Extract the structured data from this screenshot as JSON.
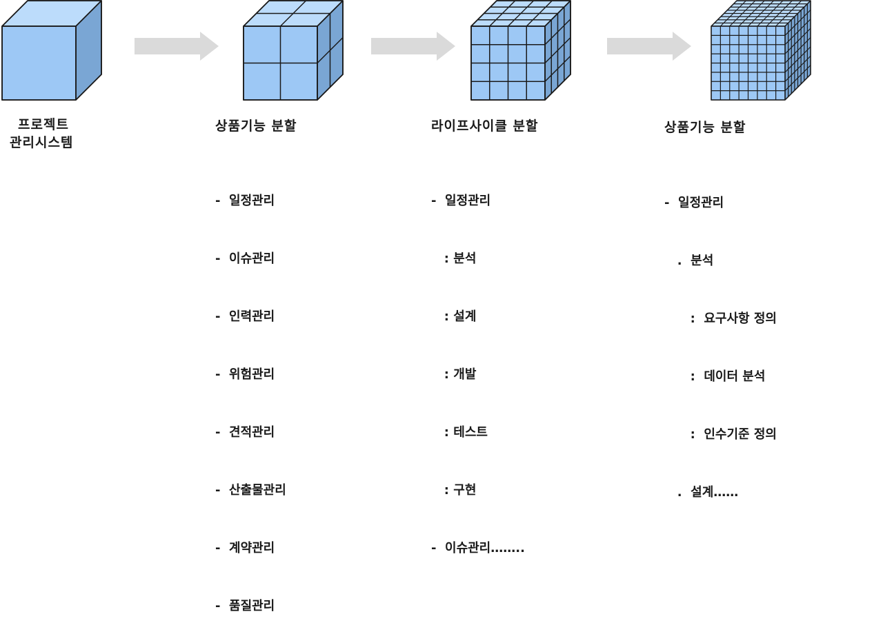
{
  "stages": [
    {
      "title_lines": [
        "프로젝트",
        "관리시스템"
      ],
      "grid": 1,
      "items": []
    },
    {
      "title_lines": [
        "상품기능 분할"
      ],
      "grid": 2,
      "items": [
        "-  일정관리",
        "-  이슈관리",
        "-  인력관리",
        "-  위험관리",
        "-  견적관리",
        "-  산출물관리",
        "-  계약관리",
        "-  품질관리"
      ]
    },
    {
      "title_lines": [
        "라이프사이클 분할"
      ],
      "grid": 4,
      "items": [
        "-  일정관리",
        "   : 분석",
        "   : 설계",
        "   : 개발",
        "   : 테스트",
        "   : 구현",
        "-  이슈관리…….."
      ]
    },
    {
      "title_lines": [
        "상품기능 분할"
      ],
      "grid": 8,
      "items": [
        "-  일정관리",
        "   .  분석",
        "      :  요구사항 정의",
        "      :  데이터 분석",
        "      :  인수기준 정의",
        "   .  설계……"
      ]
    }
  ],
  "colors": {
    "front": "#9dc8f5",
    "top": "#bcdcfb",
    "side": "#7aa6d4",
    "outline": "#1a1a1a",
    "arrow": "#dadada"
  }
}
